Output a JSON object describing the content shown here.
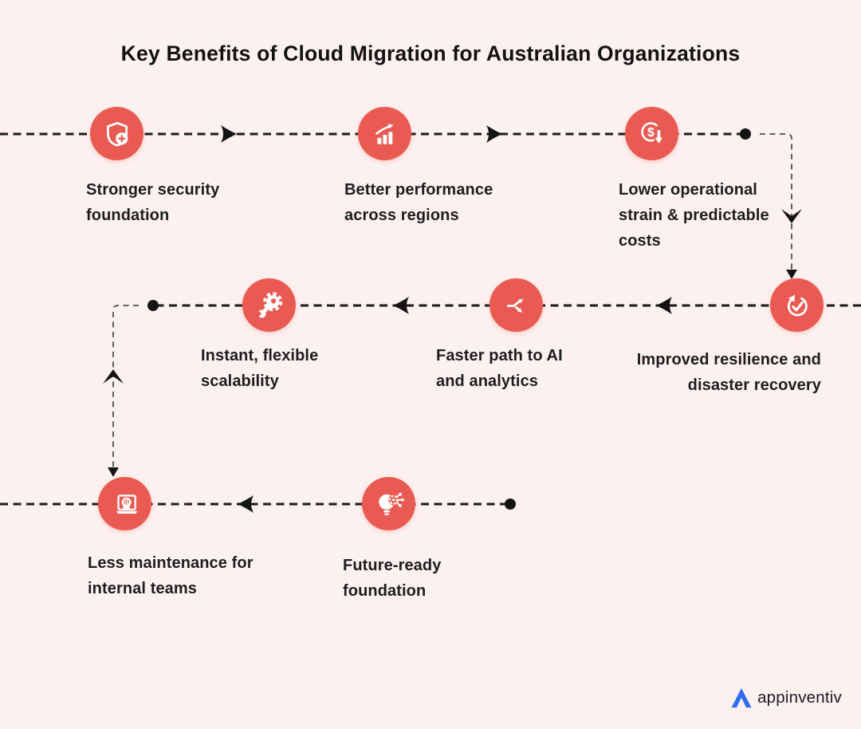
{
  "title": "Key Benefits of Cloud Migration for Australian Organizations",
  "colors": {
    "background": "#FDF1EF",
    "accent": "#E95B52",
    "flow_line": "#1B1B1B",
    "connector_line": "#4D4D4D",
    "text": "#1D1D1F",
    "logo_blue": "#2F6BF3"
  },
  "items": [
    {
      "id": "stronger-security",
      "icon": "shield-plus-icon",
      "label": "Stronger security foundation",
      "lines": [
        "Stronger security",
        "foundation"
      ]
    },
    {
      "id": "better-performance",
      "icon": "growth-chart-icon",
      "label": "Better performance across regions",
      "lines": [
        "Better performance",
        "across regions"
      ]
    },
    {
      "id": "lower-costs",
      "icon": "cost-reduction-icon",
      "label": "Lower operational strain & predictable costs",
      "lines": [
        "Lower operational",
        "strain & predictable",
        "costs"
      ]
    },
    {
      "id": "resilience-recovery",
      "icon": "backup-restore-icon",
      "label": "Improved resilience and disaster recovery",
      "lines": [
        "Improved resilience and",
        "disaster recovery"
      ]
    },
    {
      "id": "ai-analytics",
      "icon": "split-arrows-icon",
      "label": "Faster path to AI and analytics",
      "lines": [
        "Faster path to AI",
        "and analytics"
      ]
    },
    {
      "id": "flexible-scalability",
      "icon": "gear-wrench-icon",
      "label": "Instant, flexible scalability",
      "lines": [
        "Instant, flexible",
        "scalability"
      ]
    },
    {
      "id": "less-maintenance",
      "icon": "laptop-automation-icon",
      "label": "Less maintenance for internal teams",
      "lines": [
        "Less maintenance for",
        "internal teams"
      ]
    },
    {
      "id": "future-ready",
      "icon": "smart-bulb-icon",
      "label": "Future-ready foundation",
      "lines": [
        "Future-ready",
        "foundation"
      ]
    }
  ],
  "brand": {
    "logo_text": "appinventiv"
  }
}
